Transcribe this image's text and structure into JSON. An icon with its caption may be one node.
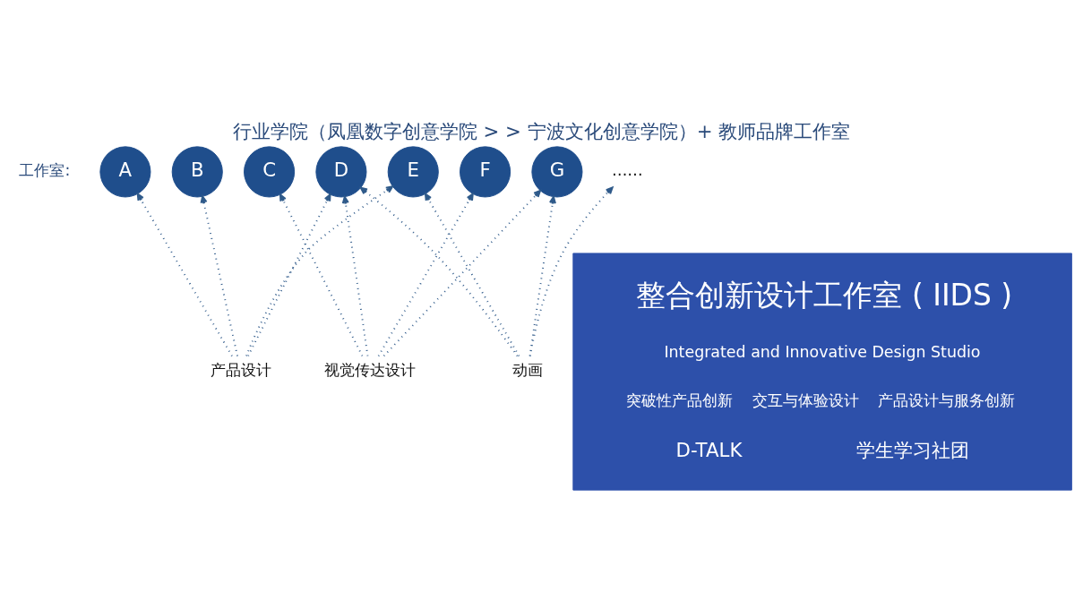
{
  "diagram": {
    "title": "行业学院（凤凰数字创意学院 > > 宁波文化创意学院）+ 教师品牌工作室",
    "nodes": [
      {
        "text": [
          "A"
        ]
      },
      {
        "text": [
          "B"
        ]
      },
      {
        "text": [
          "C"
        ]
      },
      {
        "text": [
          "D"
        ]
      },
      {
        "text": [
          "E"
        ]
      },
      {
        "text": [
          "F"
        ]
      },
      {
        "text": [
          "G"
        ]
      },
      {
        "text": [
          "……"
        ]
      },
      {
        "text": [
          "产品设计"
        ]
      },
      {
        "text": [
          "视觉传达设计"
        ]
      },
      {
        "text": [
          "动画"
        ]
      },
      {
        "text": [
          "整合创新设计工作室 ( IIDS )",
          "Integrated and Innovative Design Studio",
          "突破性产品创新",
          "交互与体验设计",
          "产品设计与服务创新",
          "D-TALK",
          "学生学习社团"
        ]
      }
    ],
    "edges": [
      {
        "from": 8,
        "to": 0,
        "arrow": "to"
      },
      {
        "from": 8,
        "to": 1,
        "arrow": "to"
      },
      {
        "from": 8,
        "to": 3,
        "arrow": "to"
      },
      {
        "from": 8,
        "to": 4,
        "arrow": "to"
      },
      {
        "from": 9,
        "to": 2,
        "arrow": "to"
      },
      {
        "from": 9,
        "to": 3,
        "arrow": "to"
      },
      {
        "from": 9,
        "to": 5,
        "arrow": "to"
      },
      {
        "from": 9,
        "to": 6,
        "arrow": "to"
      },
      {
        "from": 10,
        "to": 3,
        "arrow": "to"
      },
      {
        "from": 10,
        "to": 4,
        "arrow": "to"
      },
      {
        "from": 10,
        "to": 6,
        "arrow": "to"
      },
      {
        "from": 10,
        "to": 7,
        "arrow": "to"
      }
    ],
    "labels": [
      "工作室:"
    ]
  }
}
